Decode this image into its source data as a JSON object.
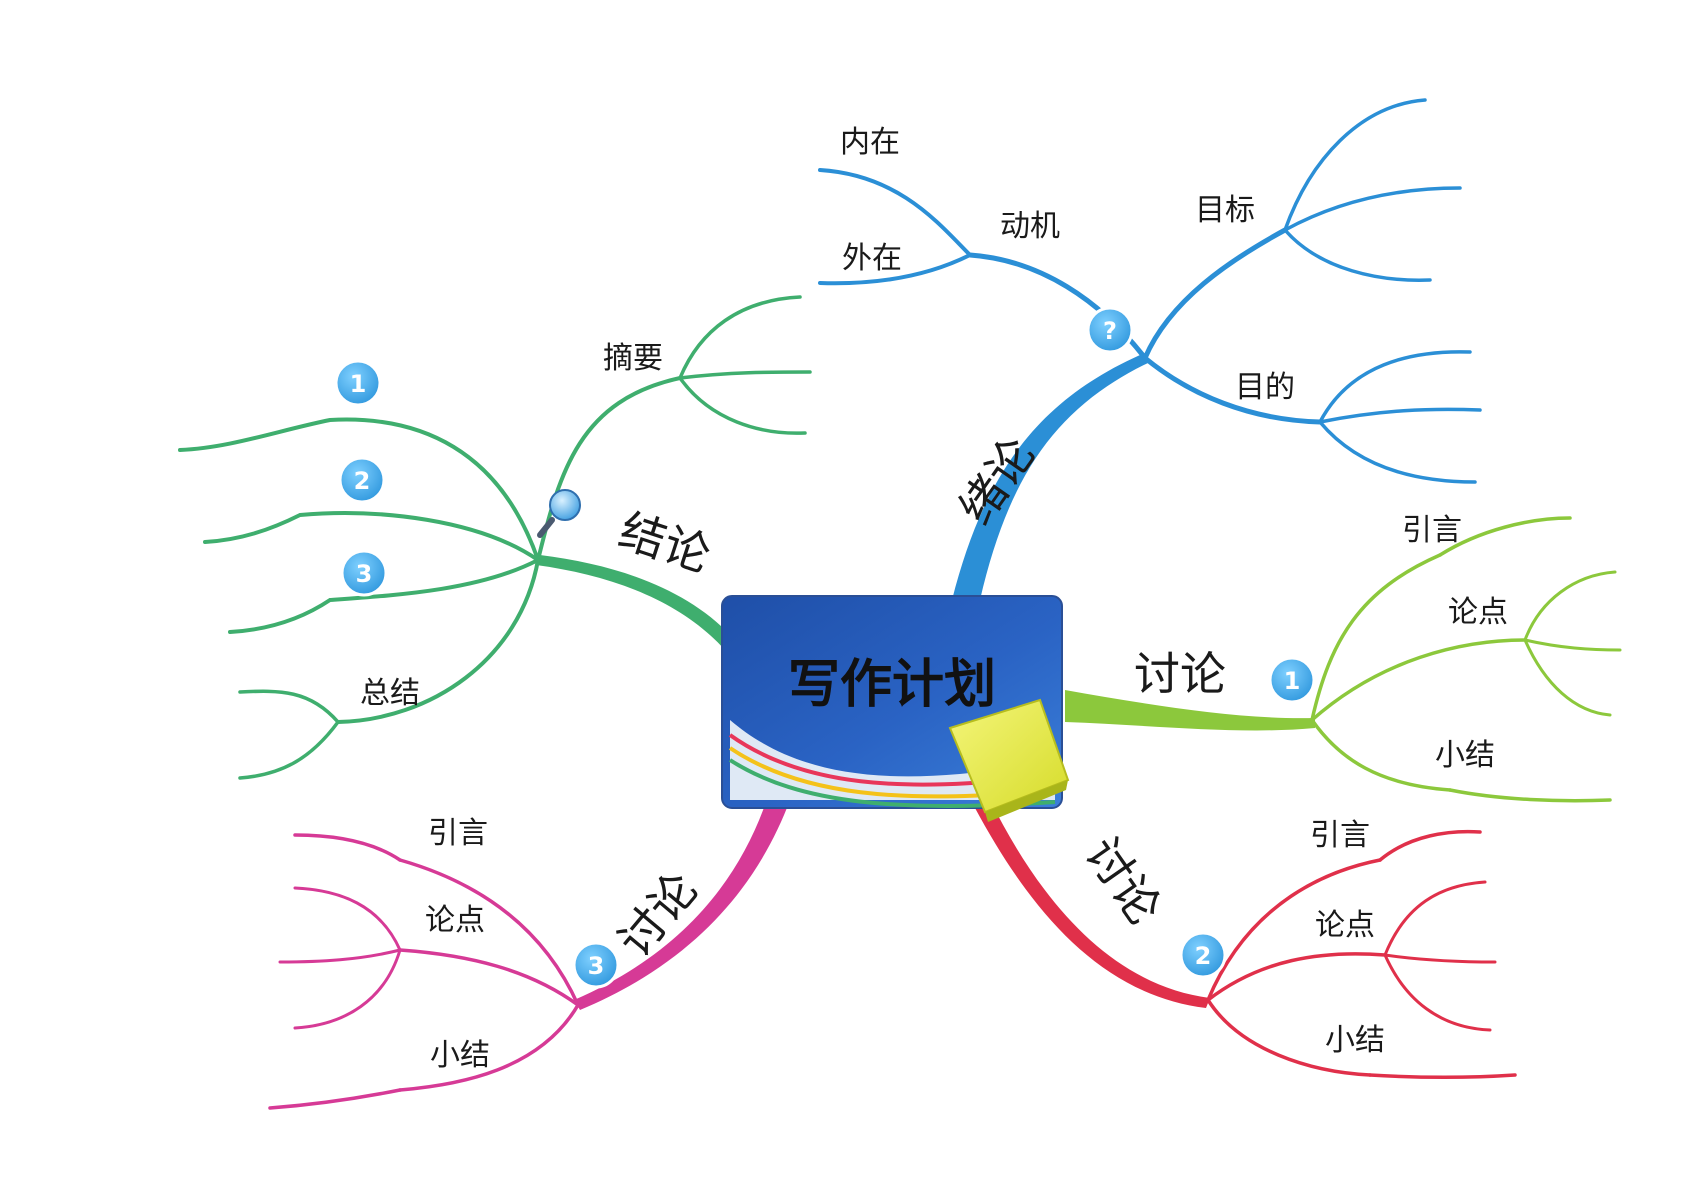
{
  "center": {
    "title": "写作计划"
  },
  "branches": {
    "intro": {
      "label": "绪论",
      "color": "#2b8fd6",
      "badge": "?",
      "children": [
        "动机",
        "内在",
        "外在",
        "目标",
        "目的"
      ]
    },
    "conclusion": {
      "label": "结论",
      "color": "#3fae6e",
      "children": [
        "摘要",
        "总结"
      ],
      "badges": [
        "1",
        "2",
        "3"
      ]
    },
    "discussion1": {
      "label": "讨论",
      "color": "#8cc83c",
      "badge": "1",
      "children": [
        "引言",
        "论点",
        "小结"
      ]
    },
    "discussion2": {
      "label": "讨论",
      "color": "#e0304a",
      "badge": "2",
      "children": [
        "引言",
        "论点",
        "小结"
      ]
    },
    "discussion3": {
      "label": "讨论",
      "color": "#d63a96",
      "badge": "3",
      "children": [
        "引言",
        "论点",
        "小结"
      ]
    }
  },
  "icons": [
    "magnifier-icon",
    "sticky-note-icon",
    "question-badge-icon"
  ],
  "badge_color": "#3aa6e8"
}
